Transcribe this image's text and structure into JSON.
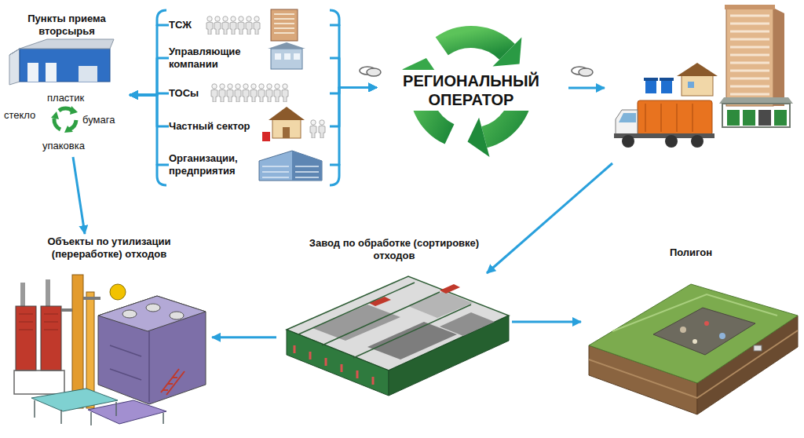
{
  "diagram": {
    "nodes": [
      {
        "text": [
          "Пункты приема вторсырья"
        ]
      },
      {
        "text": [
          "ТСЖ"
        ]
      },
      {
        "text": [
          "Управляющие компании"
        ]
      },
      {
        "text": [
          "ТОСы"
        ]
      },
      {
        "text": [
          "Частный сектор"
        ]
      },
      {
        "text": [
          "Организации, предприятия"
        ]
      },
      {
        "text": [
          "РЕГИОНАЛЬНЫЙ ОПЕРАТОР"
        ]
      },
      {
        "text": [
          "Объекты по утилизации (переработке) отходов"
        ]
      },
      {
        "text": [
          "Завод по обработке (сортировке) отходов"
        ]
      },
      {
        "text": [
          "Полигон"
        ]
      }
    ],
    "edges": [
      {
        "from": 1,
        "to": 0,
        "arrow": "to"
      },
      {
        "from": 2,
        "to": 0,
        "arrow": "to"
      },
      {
        "from": 3,
        "to": 0,
        "arrow": "to"
      },
      {
        "from": 4,
        "to": 0,
        "arrow": "to"
      },
      {
        "from": 5,
        "to": 0,
        "arrow": "to"
      },
      {
        "from": 1,
        "to": 6,
        "arrow": "to"
      },
      {
        "from": 2,
        "to": 6,
        "arrow": "to"
      },
      {
        "from": 3,
        "to": 6,
        "arrow": "to"
      },
      {
        "from": 4,
        "to": 6,
        "arrow": "to"
      },
      {
        "from": 5,
        "to": 6,
        "arrow": "to"
      },
      {
        "from": 0,
        "to": 7,
        "arrow": "to"
      },
      {
        "from": 8,
        "to": 7,
        "arrow": "to"
      },
      {
        "from": 8,
        "to": 9,
        "arrow": "to"
      }
    ],
    "labels": [
      "пластик",
      "стекло",
      "бумага",
      "упаковка"
    ]
  }
}
